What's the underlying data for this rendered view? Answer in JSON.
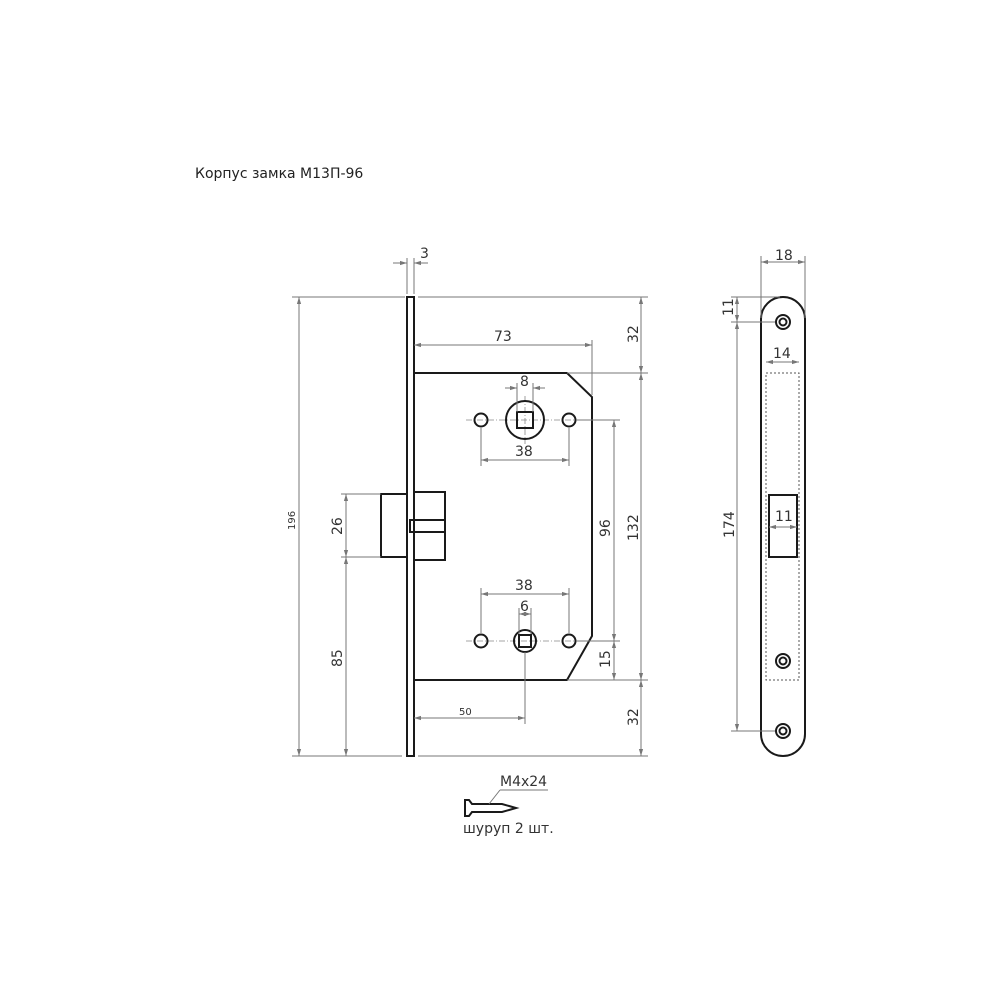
{
  "title": "Корпус замка М13П-96",
  "dims": {
    "faceplate_thickness": "3",
    "total_height": "196",
    "latch_height": "26",
    "latch_from_bottom": "85",
    "body_depth": "73",
    "top_offset": "32",
    "body_height": "132",
    "bottom_offset": "32",
    "center_distance": "96",
    "bottom_hole_offset": "15",
    "top_hole_spacing": "38",
    "top_square": "8",
    "bottom_hole_spacing": "38",
    "bottom_square": "6",
    "backset": "50",
    "strip_width": "18",
    "strip_top_offset": "11",
    "strip_hole_spacing": "174",
    "body_width": "14",
    "latch_window_width": "11"
  },
  "screw": {
    "size": "M4x24",
    "note": "шуруп 2 шт."
  }
}
